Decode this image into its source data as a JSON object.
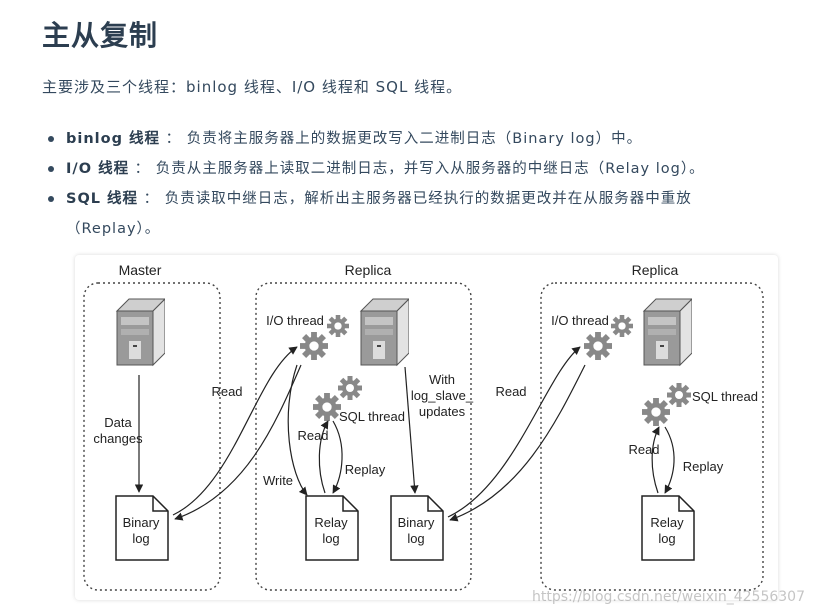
{
  "heading": "主从复制",
  "intro": "主要涉及三个线程：binlog 线程、I/O 线程和 SQL 线程。",
  "bullets": [
    {
      "term": "binlog 线程",
      "sep": " ： ",
      "desc": "负责将主服务器上的数据更改写入二进制日志（Binary log）中。"
    },
    {
      "term": "I/O 线程",
      "sep": " ： ",
      "desc": "负责从主服务器上读取二进制日志，并写入从服务器的中继日志（Relay log）。"
    },
    {
      "term": "SQL 线程",
      "sep": " ： ",
      "desc": "负责读取中继日志，解析出主服务器已经执行的数据更改并在从服务器中重放（Replay）。"
    }
  ],
  "diagram": {
    "master_label": "Master",
    "replica1_label": "Replica",
    "replica2_label": "Replica",
    "data_changes": [
      "Data",
      "changes"
    ],
    "binary_log": [
      "Binary",
      "log"
    ],
    "relay_log": [
      "Relay",
      "log"
    ],
    "io_thread": "I/O thread",
    "sql_thread": "SQL thread",
    "read": "Read",
    "write": "Write",
    "replay": "Replay",
    "with_log_slave_updates": [
      "With",
      "log_slave_",
      "updates"
    ]
  },
  "watermark": "https://blog.csdn.net/weixin_42556307"
}
